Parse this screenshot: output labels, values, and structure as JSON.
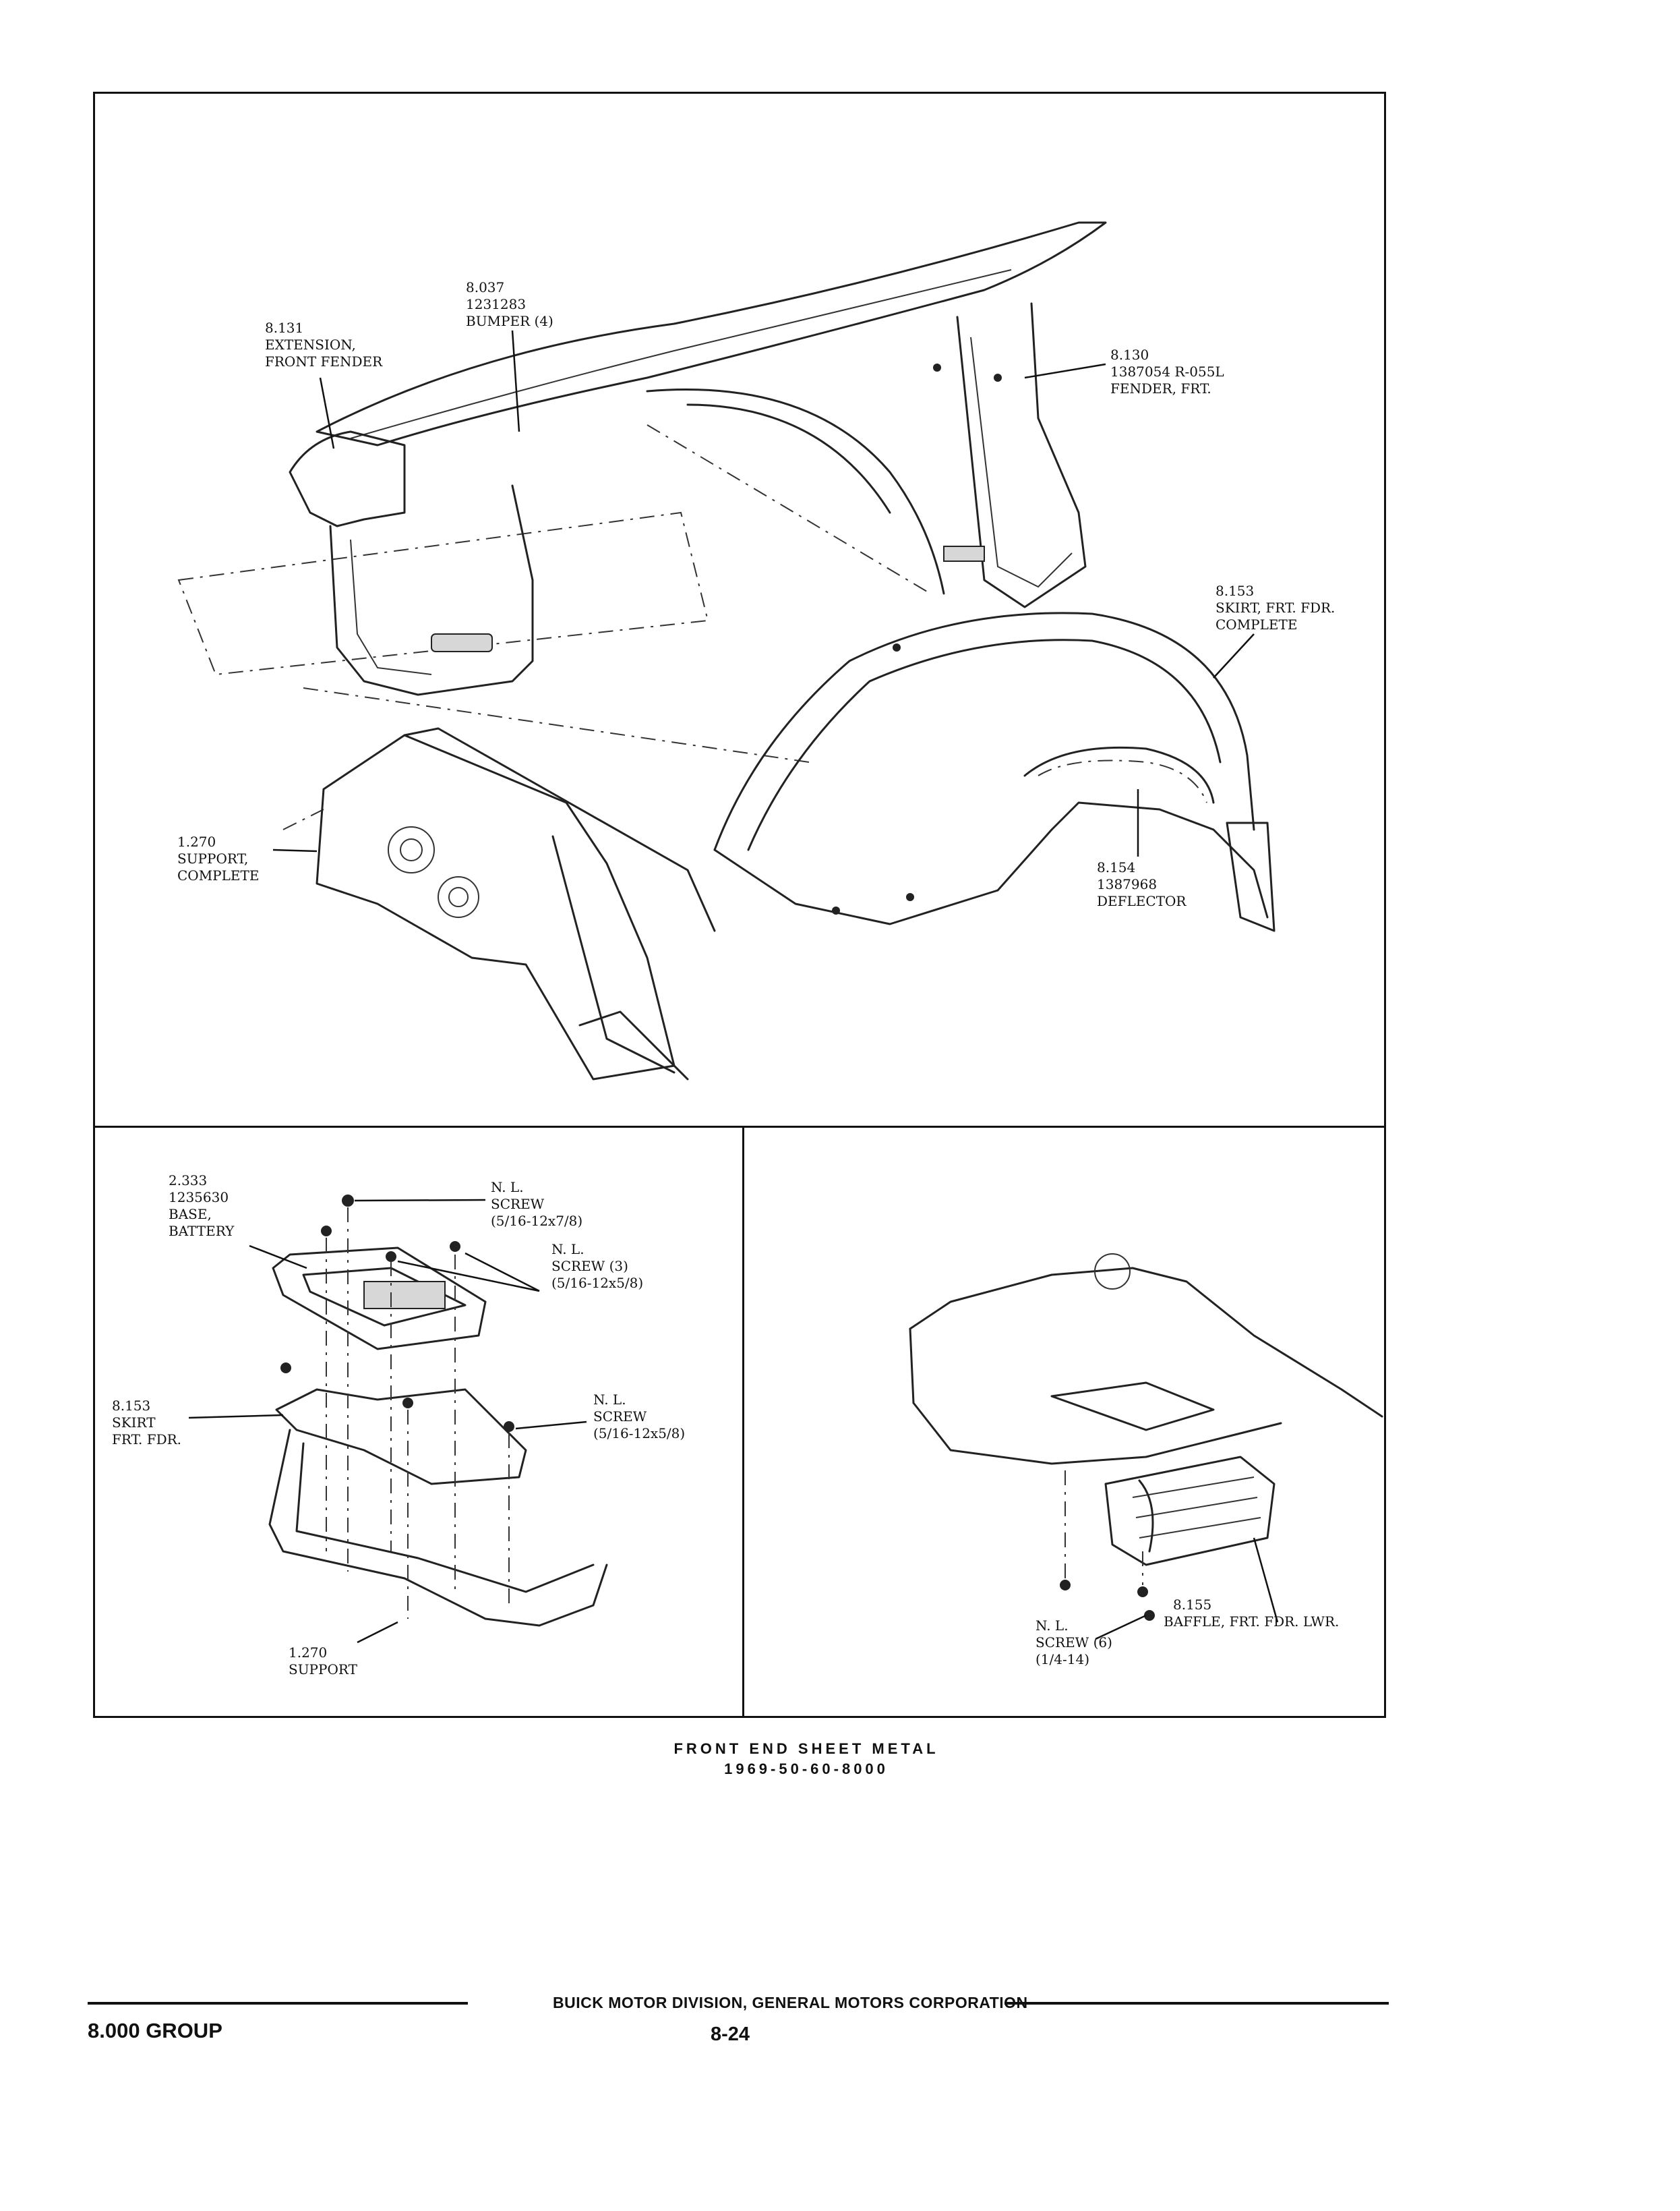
{
  "main_diagram": {
    "labels": {
      "extension": [
        "8.131",
        "EXTENSION,",
        "FRONT FENDER"
      ],
      "bumper": [
        "8.037",
        "1231283",
        "BUMPER (4)"
      ],
      "fender": [
        "8.130",
        "1387054 R-055L",
        "FENDER, FRT."
      ],
      "skirt": [
        "8.153",
        "SKIRT, FRT. FDR.",
        "COMPLETE"
      ],
      "support": [
        "1.270",
        "SUPPORT,",
        "COMPLETE"
      ],
      "deflector": [
        "8.154",
        "1387968",
        "DEFLECTOR"
      ]
    }
  },
  "battery_diagram": {
    "labels": {
      "base": [
        "2.333",
        "1235630",
        "BASE,",
        "BATTERY"
      ],
      "screw_top": [
        "N. L.",
        "SCREW",
        "(5/16-12x7/8)"
      ],
      "screw_three": [
        "N. L.",
        "SCREW (3)",
        "(5/16-12x5/8)"
      ],
      "skirt": [
        "8.153",
        "SKIRT",
        "FRT. FDR."
      ],
      "screw_right": [
        "N. L.",
        "SCREW",
        "(5/16-12x5/8)"
      ],
      "support": [
        "1.270",
        "SUPPORT"
      ]
    }
  },
  "baffle_diagram": {
    "labels": {
      "baffle": [
        "8.155",
        "BAFFLE, FRT. FDR. LWR."
      ],
      "screw": [
        "N. L.",
        "SCREW (6)",
        "(1/4-14)"
      ]
    }
  },
  "caption": {
    "title": "FRONT END SHEET METAL",
    "code": "1969-50-60-8000"
  },
  "footer": {
    "publisher": "BUICK MOTOR DIVISION, GENERAL MOTORS CORPORATION",
    "group": "8.000 GROUP",
    "page_number": "8-24"
  }
}
